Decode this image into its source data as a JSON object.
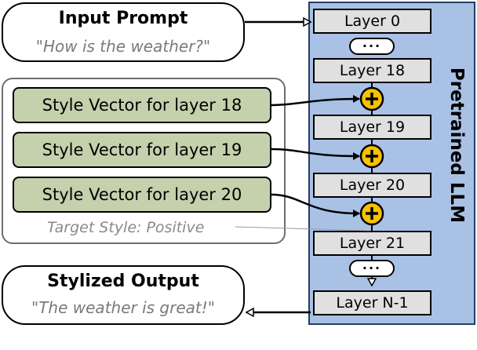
{
  "input": {
    "title": "Input Prompt",
    "prompt": "\"How is the weather?\""
  },
  "output": {
    "title": "Stylized Output",
    "text": "\"The weather is great!\""
  },
  "style_vectors": [
    "Style Vector for layer 18",
    "Style Vector for layer 19",
    "Style Vector for layer 20"
  ],
  "target_style": "Target Style: Positive",
  "llm": {
    "title": "Pretrained LLM",
    "layers": [
      "Layer 0",
      "Layer 18",
      "Layer 19",
      "Layer 20",
      "Layer 21",
      "Layer N-1"
    ],
    "ellipsis": "···"
  },
  "colors": {
    "llm_fill": "#aac1e6",
    "style_fill": "#c5d0ad",
    "layer_fill": "#e0e0e0",
    "adder_fill": "#f6c100"
  }
}
